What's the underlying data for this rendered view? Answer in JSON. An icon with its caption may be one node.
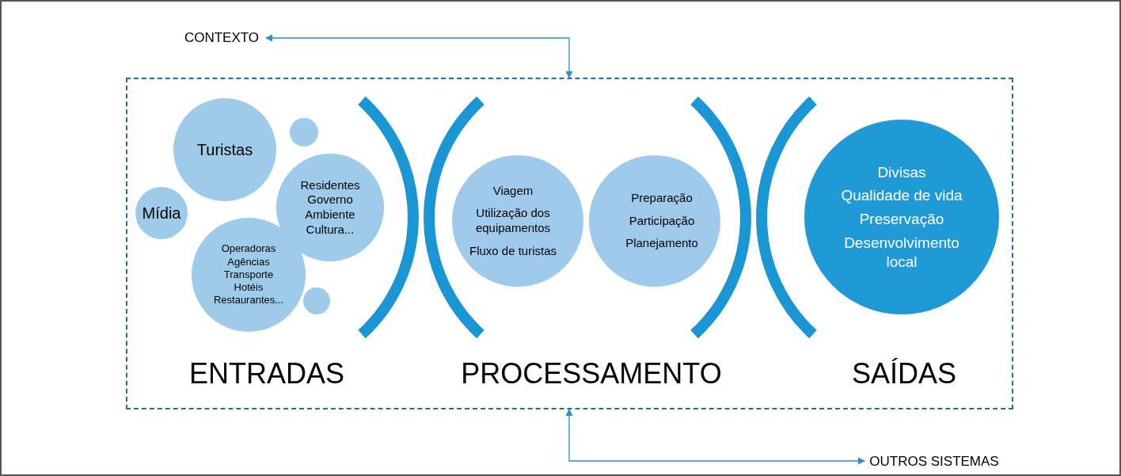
{
  "diagram": {
    "nodes": [
      {
        "text": [
          "CONTEXTO"
        ]
      },
      {
        "text": [],
        "shape": "box"
      },
      {
        "text": [
          "OUTROS SISTEMAS"
        ]
      },
      {
        "text": [
          "Turistas"
        ],
        "in": 1
      },
      {
        "text": [],
        "shape": "circle",
        "in": 1
      },
      {
        "text": [
          "Mídia"
        ],
        "in": 1
      },
      {
        "text": [
          "Residentes",
          "Governo",
          "Ambiente",
          "Cultura..."
        ],
        "in": 1
      },
      {
        "text": [
          "Operadoras",
          "Agências",
          "Transporte",
          "Hotéis",
          "Restaurantes..."
        ],
        "in": 1
      },
      {
        "text": [],
        "shape": "circle",
        "in": 1
      },
      {
        "text": [
          "Viagem",
          "Utilização dos equipamentos",
          "Fluxo de turistas"
        ],
        "in": 1
      },
      {
        "text": [
          "Preparação",
          "Participação",
          "Planejamento"
        ],
        "in": 1
      },
      {
        "text": [
          "Divisas",
          "Qualidade de vida",
          "Preservação",
          "Desenvolvimento local"
        ],
        "in": 1
      }
    ],
    "edges": [
      {
        "from": 1,
        "to": 0,
        "arrow": "both"
      },
      {
        "from": 1,
        "to": 2,
        "arrow": "both"
      }
    ],
    "labels": [
      "ENTRADAS",
      "PROCESSAMENTO",
      "SAÍDAS"
    ]
  }
}
